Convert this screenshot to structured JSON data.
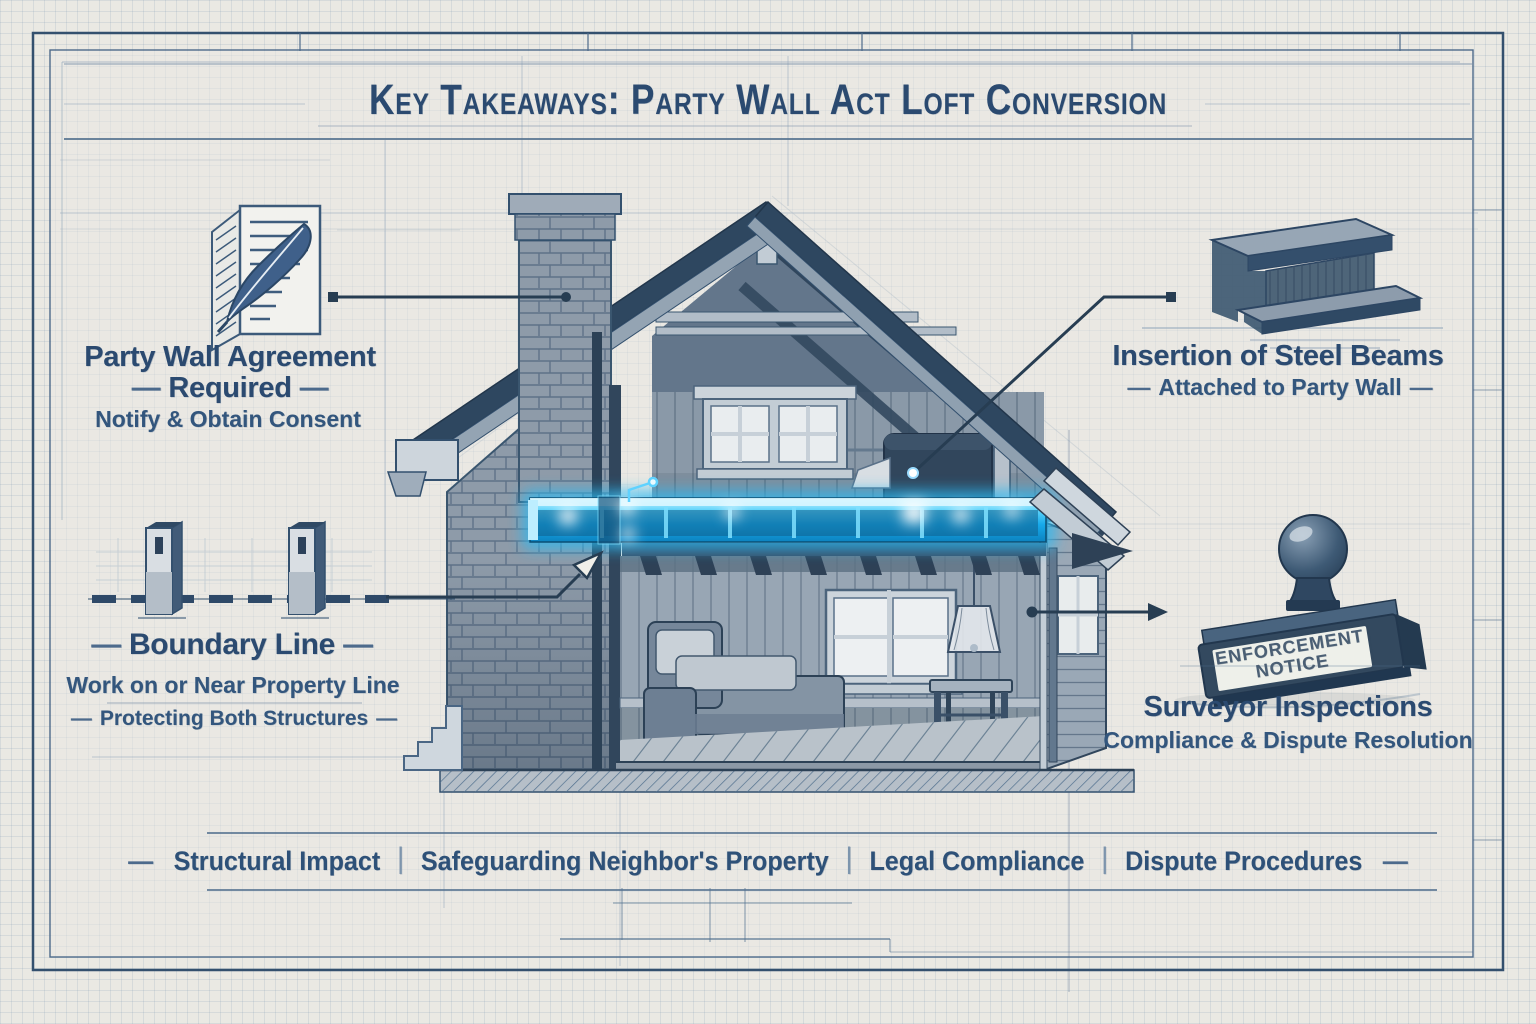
{
  "ui": {
    "dash": "—",
    "separator": "|"
  },
  "title": "Key Takeaways: Party Wall Act Loft Conversion",
  "callouts": {
    "agreement": {
      "icon": "document-quill-icon",
      "heading_line1": "Party Wall Agreement",
      "heading_line2": "Required",
      "subtext": "Notify & Obtain Consent"
    },
    "boundary": {
      "icon": "boundary-posts-icon",
      "heading": "Boundary Line",
      "subtext1": "Work on or Near Property Line",
      "subtext2": "Protecting Both Structures"
    },
    "steel_beams": {
      "icon": "steel-beam-icon",
      "heading": "Insertion of Steel Beams",
      "subtext": "Attached to Party Wall"
    },
    "surveyor": {
      "icon": "enforcement-stamp-icon",
      "stamp_line1": "ENFORCEMENT",
      "stamp_line2": "NOTICE",
      "heading": "Surveyor Inspections",
      "subtext": "Compliance & Dispute Resolution"
    }
  },
  "footer": {
    "items": [
      "Structural Impact",
      "Safeguarding Neighbor's Property",
      "Legal Compliance",
      "Dispute Procedures"
    ]
  },
  "colors": {
    "ink_navy": "#2b4a70",
    "accent_glow": "#24b6f0",
    "paper": "#eae9e3"
  }
}
